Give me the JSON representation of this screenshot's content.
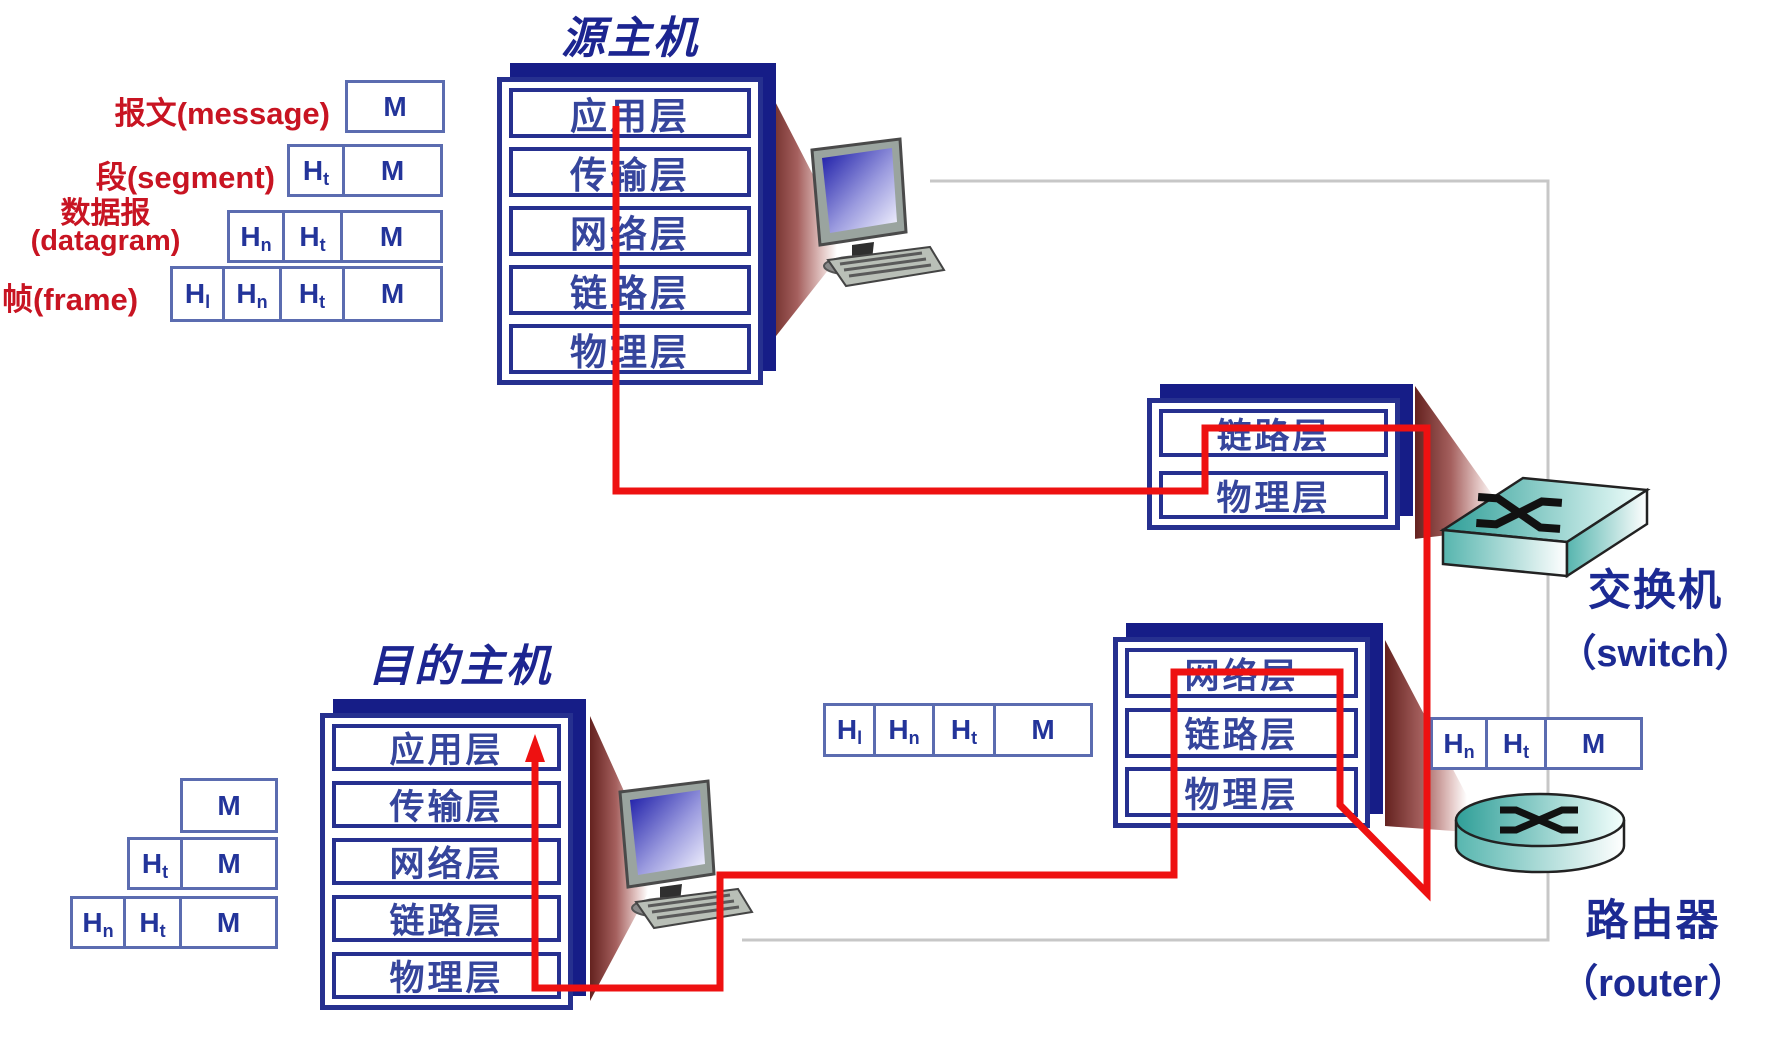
{
  "legend_rows": [
    {
      "label": "报文(message)",
      "cells": [
        {
          "text": "M",
          "w": 100
        }
      ]
    },
    {
      "label": "段(segment)",
      "cells": [
        {
          "text": "H",
          "sub": "t",
          "w": 58
        },
        {
          "text": "M",
          "w": 101
        }
      ]
    },
    {
      "label": "数据报",
      "label2": "(datagram)",
      "cells": [
        {
          "text": "H",
          "sub": "n",
          "w": 58
        },
        {
          "text": "H",
          "sub": "t",
          "w": 61
        },
        {
          "text": "M",
          "w": 103
        }
      ]
    },
    {
      "label": "帧(frame)",
      "cells": [
        {
          "text": "H",
          "sub": "l",
          "w": 55
        },
        {
          "text": "H",
          "sub": "n",
          "w": 60
        },
        {
          "text": "H",
          "sub": "t",
          "w": 66
        },
        {
          "text": "M",
          "w": 101
        }
      ]
    }
  ],
  "source_host": {
    "title": "源主机",
    "layers": [
      "应用层",
      "传输层",
      "网络层",
      "链路层",
      "物理层"
    ]
  },
  "dest_host": {
    "title": "目的主机",
    "layers": [
      "应用层",
      "传输层",
      "网络层",
      "链路层",
      "物理层"
    ]
  },
  "switch_node": {
    "label_cn": "交换机",
    "label_en": "（switch）",
    "layers": [
      "链路层",
      "物理层"
    ]
  },
  "router_node": {
    "label_cn": "路由器",
    "label_en": "（router）",
    "layers": [
      "网络层",
      "链路层",
      "物理层"
    ]
  },
  "packets": {
    "frame_into_router": [
      {
        "text": "H",
        "sub": "l",
        "w": 53
      },
      {
        "text": "H",
        "sub": "n",
        "w": 62
      },
      {
        "text": "H",
        "sub": "t",
        "w": 64
      },
      {
        "text": "M",
        "w": 100
      }
    ],
    "datagram_out_router": [
      {
        "text": "H",
        "sub": "n",
        "w": 58
      },
      {
        "text": "H",
        "sub": "t",
        "w": 62
      },
      {
        "text": "M",
        "w": 99
      }
    ],
    "dest_message": [
      {
        "text": "M",
        "w": 98
      }
    ],
    "dest_segment": [
      {
        "text": "H",
        "sub": "t",
        "w": 56
      },
      {
        "text": "M",
        "w": 98
      }
    ],
    "dest_datagram": [
      {
        "text": "H",
        "sub": "n",
        "w": 56
      },
      {
        "text": "H",
        "sub": "t",
        "w": 59
      },
      {
        "text": "M",
        "w": 99
      }
    ]
  },
  "icons": {
    "source_computer": "desktop-computer-icon",
    "dest_computer": "desktop-computer-icon",
    "switch": "switch-icon",
    "router": "router-icon"
  },
  "colors": {
    "navy_border": "#26308f",
    "navy_shadow": "#161d87",
    "layer_text": "#35459c",
    "packet_border": "#5b6cb0",
    "packet_text": "#23349a",
    "red_path": "#ee1111",
    "legend_red": "#c81422",
    "gray_wire": "#c7c7c7",
    "device_teal": "#2f9f98"
  }
}
